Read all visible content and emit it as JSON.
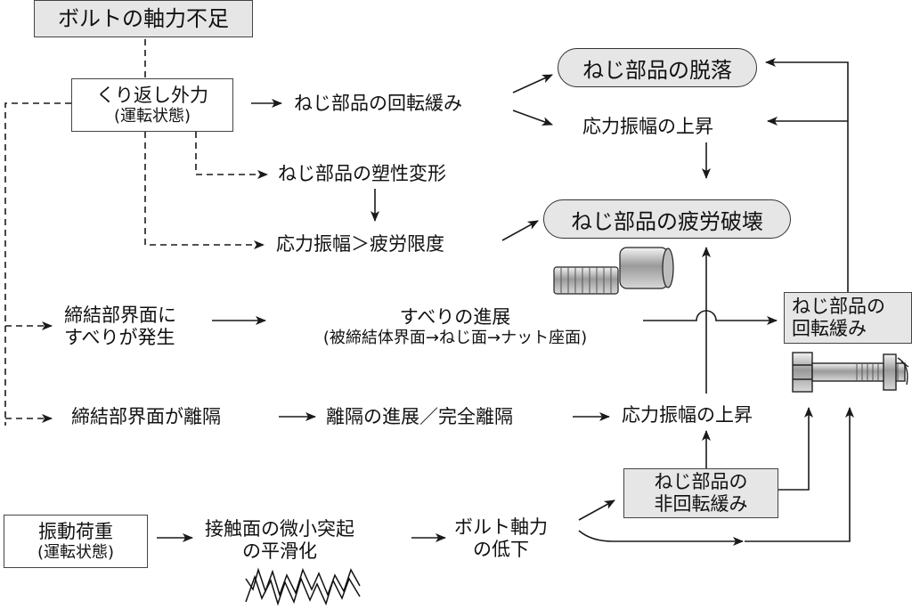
{
  "title": "ボルトの軸力不足",
  "nodes": {
    "repeated_external_force": "くり返し外力",
    "repeated_external_force_sub": "(運転状態)",
    "thread_rotational_loosening": "ねじ部品の回転緩み",
    "thread_detachment": "ねじ部品の脱落",
    "stress_amplitude_rise_top": "応力振幅の上昇",
    "thread_plastic_deformation": "ねじ部品の塑性変形",
    "thread_fatigue_failure": "ねじ部品の疲労破壊",
    "stress_over_fatigue_limit": "応力振幅＞疲労限度",
    "interface_slip_line1": "締結部界面に",
    "interface_slip_line2": "すべりが発生",
    "slip_progress_line1": "すべりの進展",
    "slip_progress_line2": "(被締結体界面→ねじ面→ナット座面)",
    "rotational_loosening_box_line1": "ねじ部品の",
    "rotational_loosening_box_line2": "回転緩み",
    "interface_separation": "締結部界面が離隔",
    "separation_progress": "離隔の進展／完全離隔",
    "stress_amplitude_rise_mid": "応力振幅の上昇",
    "non_rotational_loosening_line1": "ねじ部品の",
    "non_rotational_loosening_line2": "非回転緩み",
    "vibration_load": "振動荷重",
    "vibration_load_sub": "(運転状態)",
    "asperity_smoothing_line1": "接触面の微小突起",
    "asperity_smoothing_line2": "の平滑化",
    "axial_force_drop_line1": "ボルト軸力",
    "axial_force_drop_line2": "の低下"
  },
  "icons": {
    "socket_screw": "socket-head-screw-icon",
    "hex_bolt": "hex-bolt-icon",
    "surface_roughness": "surface-roughness-icon"
  },
  "colors": {
    "line": "#1a1a1a",
    "box_fill": "#e6e6e6",
    "background": "#ffffff"
  }
}
